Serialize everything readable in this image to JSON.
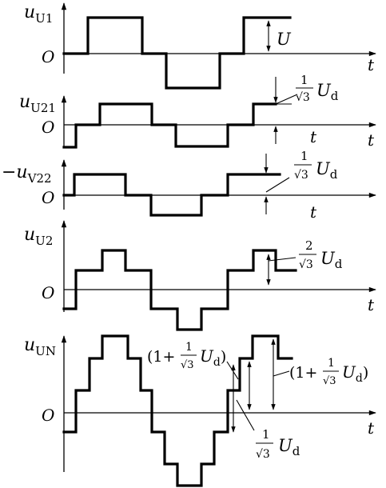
{
  "panels": [
    {
      "id": "u1",
      "y_label": "u",
      "y_sub": "U1",
      "zero": "O",
      "t": "t",
      "amp": "U"
    },
    {
      "id": "u21",
      "y_label": "u",
      "y_sub": "U21",
      "zero": "O",
      "t": "t",
      "t2": "t",
      "ann": {
        "num": "1",
        "den": "√3",
        "var": "U",
        "sub": "d"
      }
    },
    {
      "id": "v22",
      "y_label": "−u",
      "y_sub": "V22",
      "zero": "O",
      "t": "t",
      "ann": {
        "num": "1",
        "den": "√3",
        "var": "U",
        "sub": "d"
      }
    },
    {
      "id": "u2",
      "y_label": "u",
      "y_sub": "U2",
      "zero": "O",
      "t": "t",
      "ann": {
        "num": "2",
        "den": "√3",
        "var": "U",
        "sub": "d"
      }
    },
    {
      "id": "un",
      "y_label": "u",
      "y_sub": "UN",
      "zero": "O",
      "t": "t",
      "ann_left": {
        "pre": "(1+",
        "num": "1",
        "den": "√3",
        "var": "U",
        "sub": "d",
        "post": ")"
      },
      "ann_right": {
        "pre": "(1+",
        "num": "1",
        "den": "√3",
        "var": "U",
        "sub": "d",
        "post": ")"
      },
      "ann_bottom": {
        "num": "1",
        "den": "√3",
        "var": "U",
        "sub": "d"
      }
    }
  ]
}
